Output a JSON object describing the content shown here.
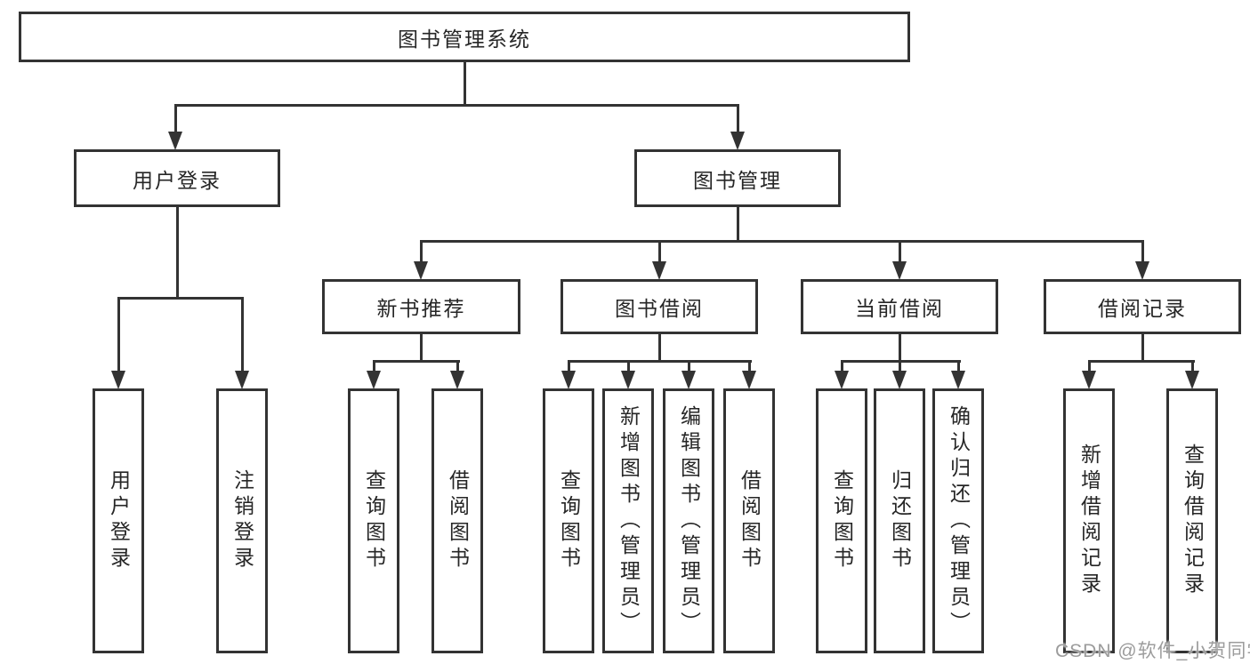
{
  "diagram": {
    "root": {
      "label": "图书管理系统"
    },
    "level2": {
      "login": {
        "label": "用户登录"
      },
      "mgmt": {
        "label": "图书管理"
      }
    },
    "level3": {
      "rec": {
        "label": "新书推荐"
      },
      "borrow": {
        "label": "图书借阅"
      },
      "current": {
        "label": "当前借阅"
      },
      "records": {
        "label": "借阅记录"
      }
    },
    "leaves": {
      "login_user": {
        "label": "用户登录"
      },
      "login_logout": {
        "label": "注销登录"
      },
      "rec_query": {
        "label": "查询图书"
      },
      "rec_borrow": {
        "label": "借阅图书"
      },
      "borrow_query": {
        "label": "查询图书"
      },
      "borrow_add": {
        "label": "新增图书（管理员）"
      },
      "borrow_edit": {
        "label": "编辑图书（管理员）"
      },
      "borrow_lend": {
        "label": "借阅图书"
      },
      "current_query": {
        "label": "查询图书"
      },
      "current_return": {
        "label": "归还图书"
      },
      "current_confirm": {
        "label": "确认归还（管理员）"
      },
      "records_add": {
        "label": "新增借阅记录"
      },
      "records_query": {
        "label": "查询借阅记录"
      }
    }
  },
  "watermark": {
    "text": "CSDN @软件_小贺同学"
  },
  "colors": {
    "line": "#333333",
    "text": "#262626",
    "box_fill": "#ffffff",
    "watermark": "#9c9c9c",
    "background": "#ffffff"
  }
}
